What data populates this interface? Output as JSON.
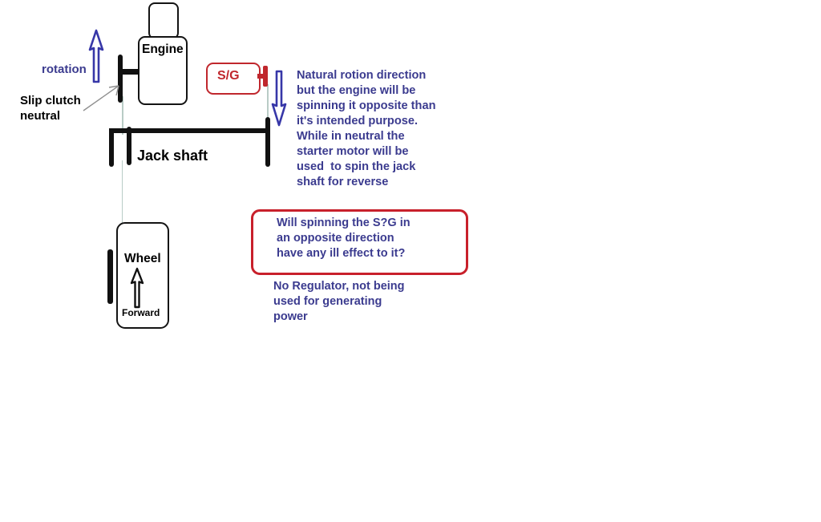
{
  "diagram": {
    "title": "Engine / jack shaft / starter-generator belt drive sketch",
    "colors": {
      "ink_black": "#111111",
      "annotation_blue": "#3b3b8f",
      "sg_red": "#c0272d",
      "question_box_red": "#c8202b",
      "belt_gray": "#b9ccc6",
      "background": "#ffffff"
    }
  },
  "engine": {
    "label": "Engine",
    "air_cleaner_label": ""
  },
  "starter_generator": {
    "label": "S/G"
  },
  "jack_shaft": {
    "label": "Jack shaft"
  },
  "wheel": {
    "label": "Wheel",
    "direction_label": "Forward"
  },
  "left_annotations": {
    "rotation_label": "rotation",
    "slip_clutch_label": "Slip clutch\nneutral"
  },
  "arrows": {
    "engine_rotation": {
      "name": "up-arrow",
      "direction": "up",
      "color": "#3b3b8f"
    },
    "sg_rotation": {
      "name": "down-arrow",
      "direction": "down",
      "color": "#3b3b8f"
    },
    "wheel_forward": {
      "name": "up-arrow",
      "direction": "up",
      "color": "#111111"
    },
    "slip_clutch_pointer": {
      "name": "leader-arrow",
      "direction": "up-right",
      "color": "#8a8a8a"
    }
  },
  "notes": {
    "natural_rotation": "Natural rotion direction\nbut the engine will be\nspinning it opposite than\nit's intended purpose.\nWhile in neutral the\nstarter motor will be\nused  to spin the jack\nshaft for reverse",
    "question": "Will spinning the S?G in\nan opposite direction\nhave any ill effect to it?",
    "regulator": "No Regulator, not being\nused for generating\npower"
  }
}
